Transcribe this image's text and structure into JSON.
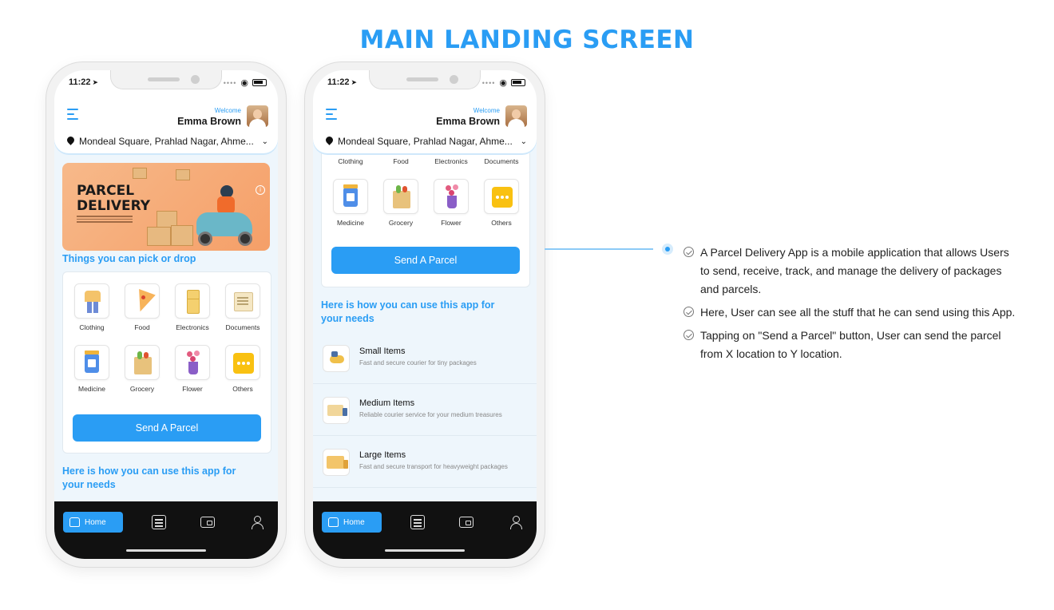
{
  "page": {
    "title": "MAIN LANDING SCREEN",
    "accent": "#2a9df4"
  },
  "status": {
    "time": "11:22"
  },
  "header": {
    "welcome": "Welcome",
    "username": "Emma Brown",
    "location": "Mondeal Square, Prahlad Nagar, Ahme..."
  },
  "banner": {
    "title_line1": "PARCEL",
    "title_line2": "DELIVERY"
  },
  "categories": {
    "title": "Things you can pick or drop",
    "items": [
      {
        "label": "Clothing",
        "icon": "clothing-icon"
      },
      {
        "label": "Food",
        "icon": "food-icon"
      },
      {
        "label": "Electronics",
        "icon": "electronics-icon"
      },
      {
        "label": "Documents",
        "icon": "documents-icon"
      },
      {
        "label": "Medicine",
        "icon": "medicine-icon"
      },
      {
        "label": "Grocery",
        "icon": "grocery-icon"
      },
      {
        "label": "Flower",
        "icon": "flower-icon"
      },
      {
        "label": "Others",
        "icon": "others-icon"
      }
    ],
    "send_label": "Send A Parcel"
  },
  "usage": {
    "title": "Here is how you can use this app for your needs",
    "items": [
      {
        "name": "Small Items",
        "desc": "Fast and secure courier for tiny packages"
      },
      {
        "name": "Medium Items",
        "desc": "Reliable courier service for your medium treasures"
      },
      {
        "name": "Large Items",
        "desc": "Fast and secure transport for heavyweight packages"
      }
    ]
  },
  "nav": {
    "home_label": "Home"
  },
  "notes": [
    "A Parcel Delivery App is a mobile application that allows Users to send, receive, track, and manage the delivery of packages and parcels.",
    "Here, User can see all the stuff that he can send using this App.",
    "Tapping on \"Send a Parcel\" button, User can send the parcel from X location to Y location."
  ]
}
